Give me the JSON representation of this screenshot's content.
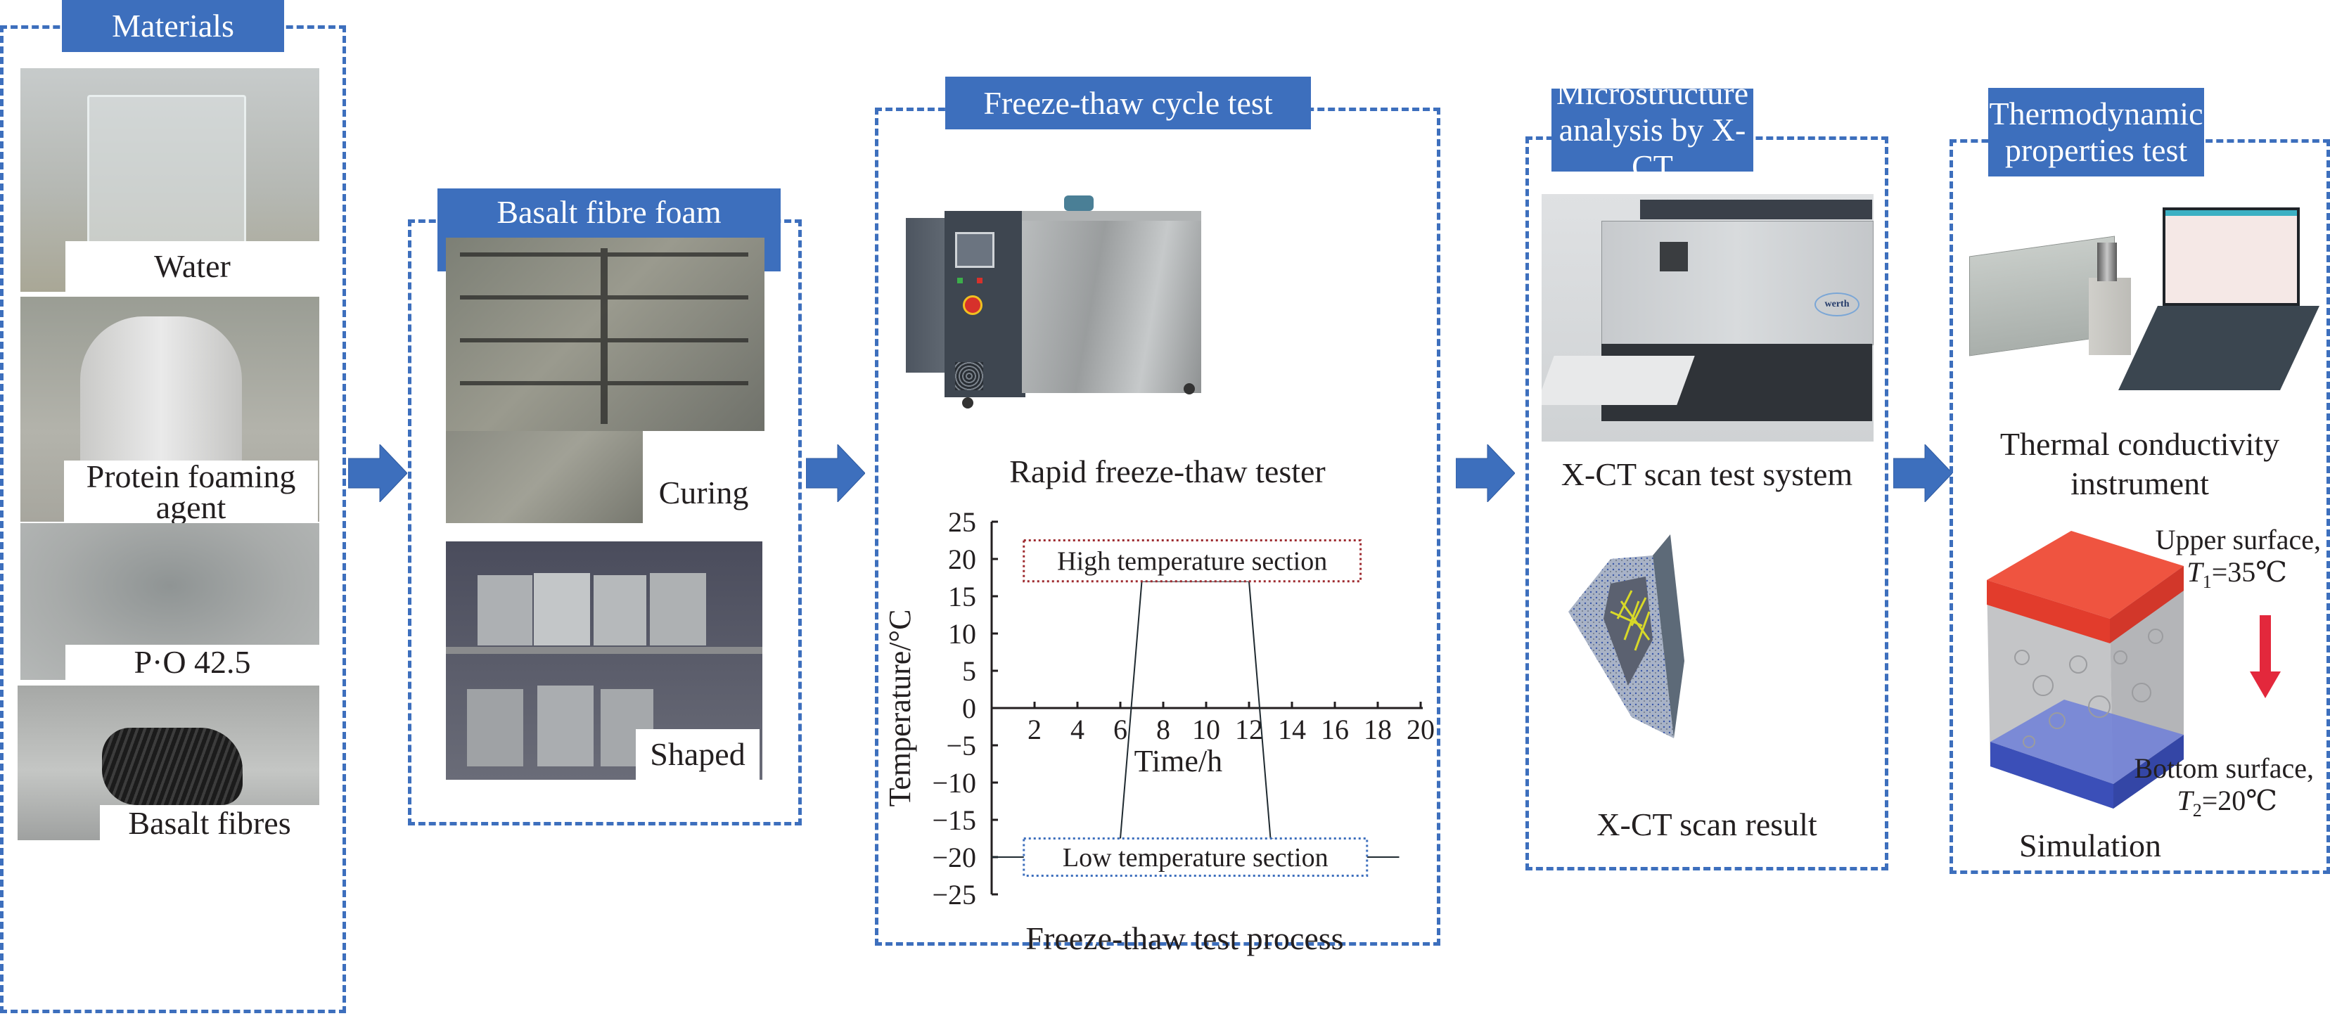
{
  "colors": {
    "accent": "#3d6fbd",
    "hot": "#e63a2e",
    "cold": "#3c54c0",
    "high_box": "#9e2a2f",
    "low_box": "#3d6fbd"
  },
  "materials": {
    "title": "Materials",
    "items": [
      {
        "label": "Water",
        "icon": "water-beaker-photo"
      },
      {
        "label_line1": "Protein foaming",
        "label_line2": "agent",
        "icon": "foam-jug-photo"
      },
      {
        "label": "P·O 42.5",
        "icon": "cement-powder-photo"
      },
      {
        "label": "Basalt fibres",
        "icon": "basalt-fibres-photo"
      }
    ]
  },
  "concrete": {
    "title_line1": "Basalt fibre foam",
    "title_line2": "concrete",
    "curing_label": "Curing",
    "shaped_label": "Shaped"
  },
  "freeze_thaw": {
    "title": "Freeze-thaw cycle test",
    "tester_caption": "Rapid freeze-thaw tester",
    "process_caption": "Freeze-thaw test process"
  },
  "xct": {
    "title_line1": "Microstructure",
    "title_line2": "analysis by X-CT",
    "system_caption": "X-CT scan test system",
    "result_caption": "X-CT scan result",
    "brand": "werth"
  },
  "thermo": {
    "title_line1": "Thermodynamic",
    "title_line2": "properties test",
    "instrument_line1": "Thermal conductivity",
    "instrument_line2": "instrument",
    "upper_label": "Upper surface,",
    "upper_temp_symbol": "T",
    "upper_temp_sub": "1",
    "upper_temp_value": "=35℃",
    "bottom_label": "Bottom surface,",
    "bottom_temp_symbol": "T",
    "bottom_temp_sub": "2",
    "bottom_temp_value": "=20℃",
    "simulation_caption": "Simulation"
  },
  "chart_data": {
    "type": "line",
    "title": "Freeze-thaw test process",
    "xlabel": "Time/h",
    "ylabel": "Temperature/°C",
    "xlim": [
      0,
      20
    ],
    "ylim": [
      -25,
      25
    ],
    "x_ticks": [
      2,
      4,
      6,
      8,
      10,
      12,
      14,
      16,
      18,
      20
    ],
    "y_ticks": [
      25,
      20,
      15,
      10,
      5,
      0,
      -5,
      -10,
      -15,
      -20,
      -25
    ],
    "y_tick_labels": [
      "25",
      "20",
      "15",
      "10",
      "5",
      "0",
      "−5",
      "−10",
      "−15",
      "−20",
      "−25"
    ],
    "grid": false,
    "series": [
      {
        "name": "temperature",
        "x": [
          0,
          1.5,
          6.0,
          7.0,
          12.0,
          13.0,
          17.5,
          19
        ],
        "y": [
          -20,
          -20,
          -17.5,
          17,
          17,
          -17.5,
          -20,
          -20
        ]
      }
    ],
    "annotations": [
      {
        "text": "High temperature section",
        "x_range": [
          1.5,
          17.2
        ],
        "y_range": [
          17,
          22.5
        ],
        "style": "red-dotted-box"
      },
      {
        "text": "Low temperature section",
        "x_range": [
          1.5,
          17.5
        ],
        "y_range": [
          -22.5,
          -17.5
        ],
        "style": "blue-dotted-box"
      }
    ]
  }
}
